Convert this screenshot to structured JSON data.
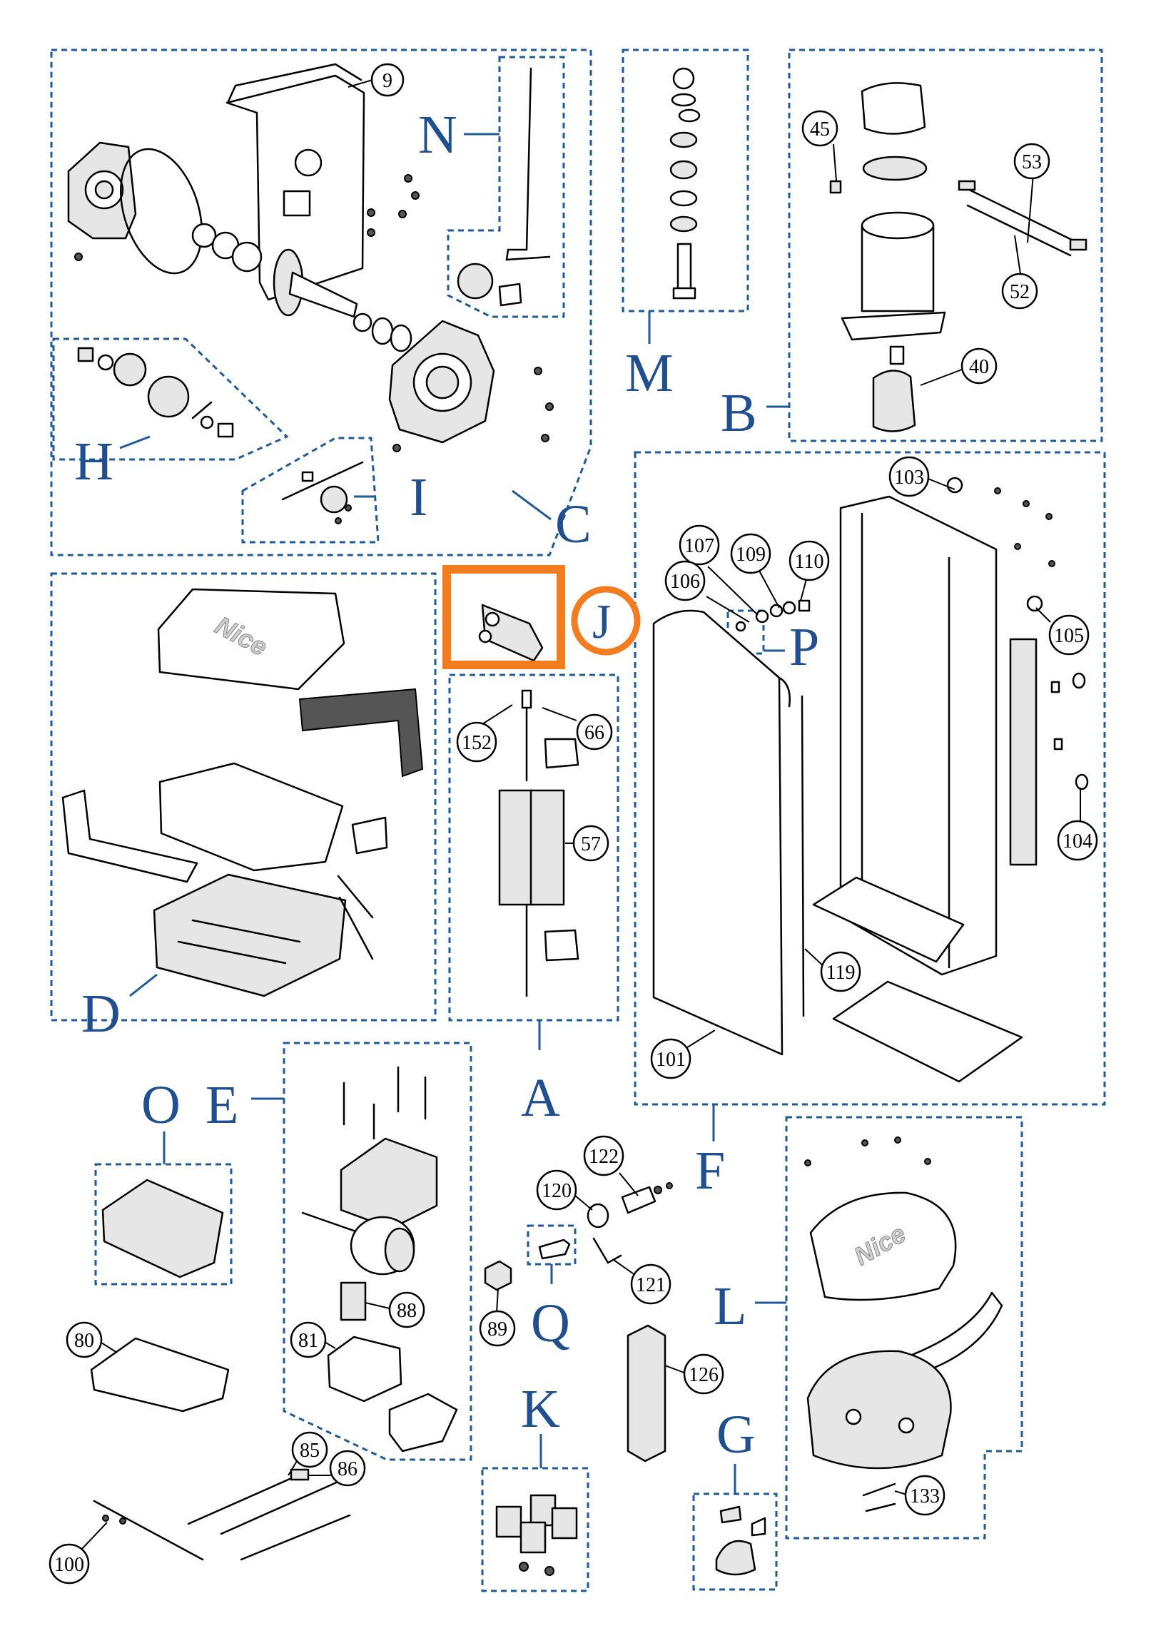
{
  "groups": {
    "N": "N",
    "M": "M",
    "B": "B",
    "H": "H",
    "I": "I",
    "C": "C",
    "J": "J",
    "P": "P",
    "D": "D",
    "A": "A",
    "O": "O",
    "E": "E",
    "F": "F",
    "Q": "Q",
    "L": "L",
    "K": "K",
    "G": "G"
  },
  "callouts": {
    "c9": "9",
    "c45": "45",
    "c53": "53",
    "c52": "52",
    "c40": "40",
    "c103": "103",
    "c107": "107",
    "c109": "109",
    "c110": "110",
    "c106": "106",
    "c105": "105",
    "c104": "104",
    "c152": "152",
    "c66": "66",
    "c57": "57",
    "c119": "119",
    "c101": "101",
    "c122": "122",
    "c120": "120",
    "c121": "121",
    "c88": "88",
    "c81": "81",
    "c80": "80",
    "c89": "89",
    "c126": "126",
    "c85": "85",
    "c86": "86",
    "c100": "100",
    "c133": "133"
  },
  "logos": {
    "cover_top": "Nice",
    "cover_round": "Nice"
  },
  "colors": {
    "group_frame": "#1f5a9a",
    "group_letter": "#1f4f8f",
    "highlight": "#f47c20"
  }
}
